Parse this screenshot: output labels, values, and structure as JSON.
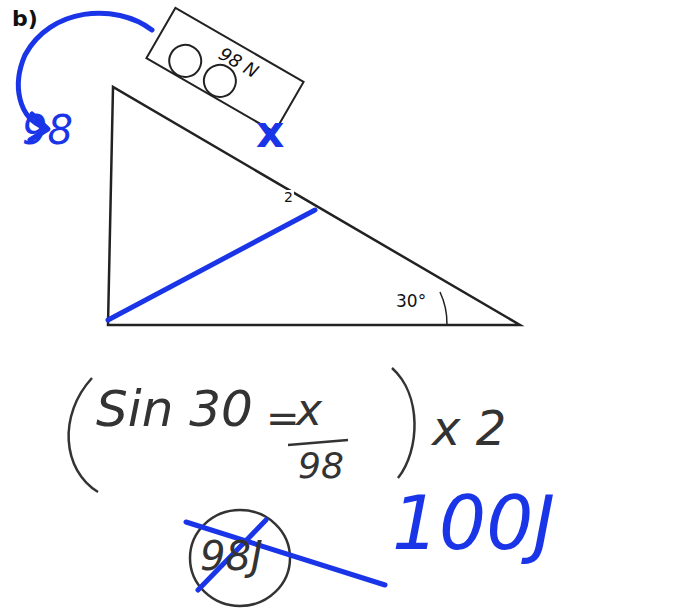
{
  "diagram": {
    "nodes": [
      {
        "text": [
          "98 N"
        ]
      }
    ],
    "labels": [
      "b)",
      "98",
      "x",
      "2",
      "30°",
      "Sin 30",
      "=",
      "x",
      "98",
      "x 2",
      "98J",
      "100J"
    ]
  }
}
